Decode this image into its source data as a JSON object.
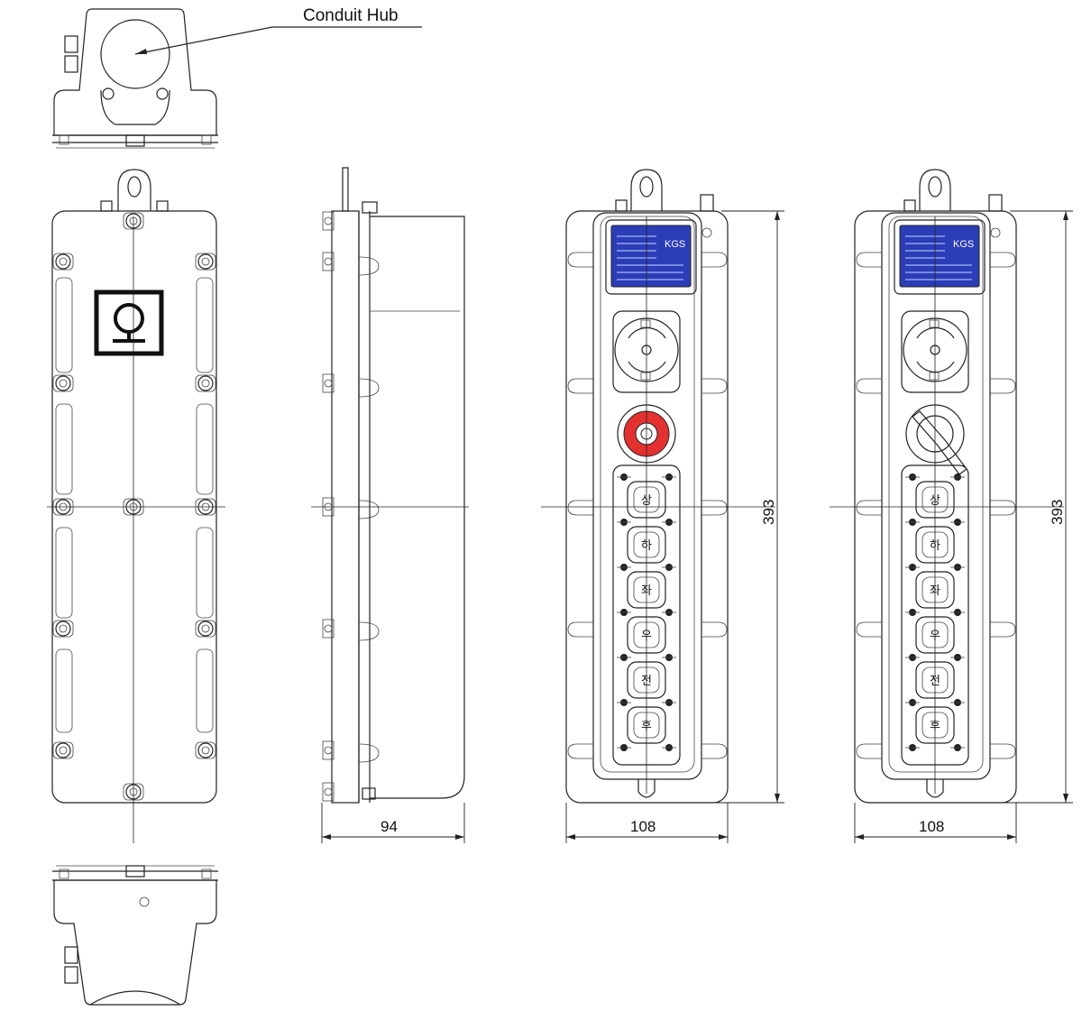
{
  "drawing": {
    "annotation": "Conduit Hub",
    "dimensions": {
      "side_width": "94",
      "front_width_1": "108",
      "front_height_1": "393",
      "front_width_2": "108",
      "front_height_2": "393"
    },
    "nameplate": {
      "logo": "KGS"
    },
    "button_labels": [
      "상",
      "하",
      "좌",
      "우",
      "전",
      "후"
    ],
    "colors": {
      "nameplate": "#2c3db8",
      "estop_ring": "#e53030",
      "line": "#222222"
    },
    "icons": [
      "ground-symbol-icon",
      "selector-switch-icon",
      "emergency-stop-icon",
      "key-switch-icon"
    ]
  }
}
